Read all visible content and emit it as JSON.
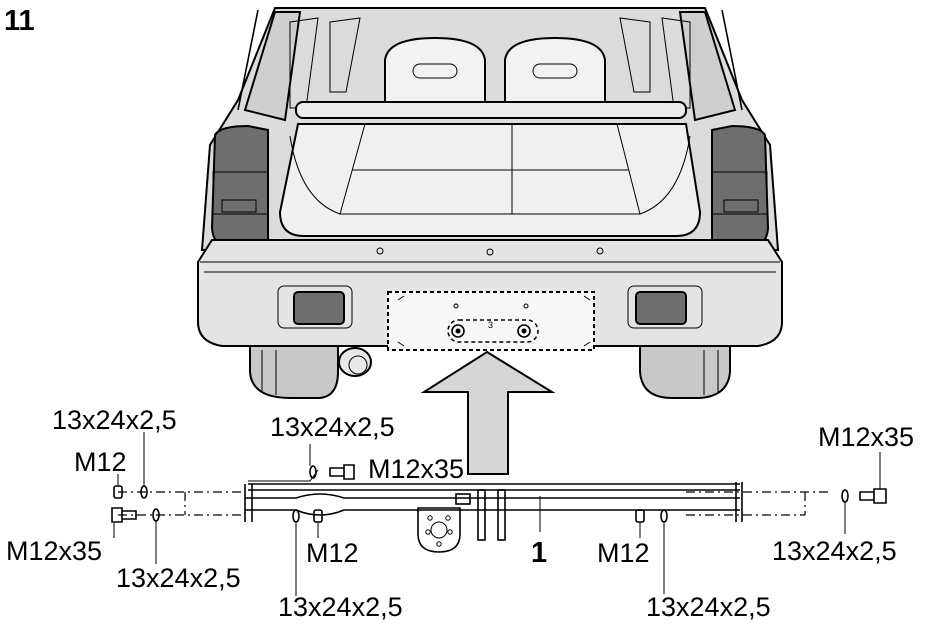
{
  "figure": {
    "step_number": "11",
    "part_number": "1"
  },
  "labels": {
    "washer_left_top": "13x24x2,5",
    "nut_left_top": "M12",
    "bolt_left": "M12x35",
    "washer_left_bottom": "13x24x2,5",
    "washer_center_top": "13x24x2,5",
    "bolt_center": "M12x35",
    "nut_center": "M12",
    "washer_center_bottom": "13x24x2,5",
    "nut_right_center": "M12",
    "washer_right_center": "13x24x2,5",
    "bolt_right": "M12x35",
    "washer_right": "13x24x2,5"
  },
  "colors": {
    "ink": "#000000",
    "panel_light": "#f0f0f0",
    "body_grey": "#dcdcdc",
    "lamp_dark": "#6e6e6e",
    "lamp_mid": "#9a9a9a",
    "tyre": "#c8c8c8",
    "arrow_fill": "#d6d6d6"
  }
}
